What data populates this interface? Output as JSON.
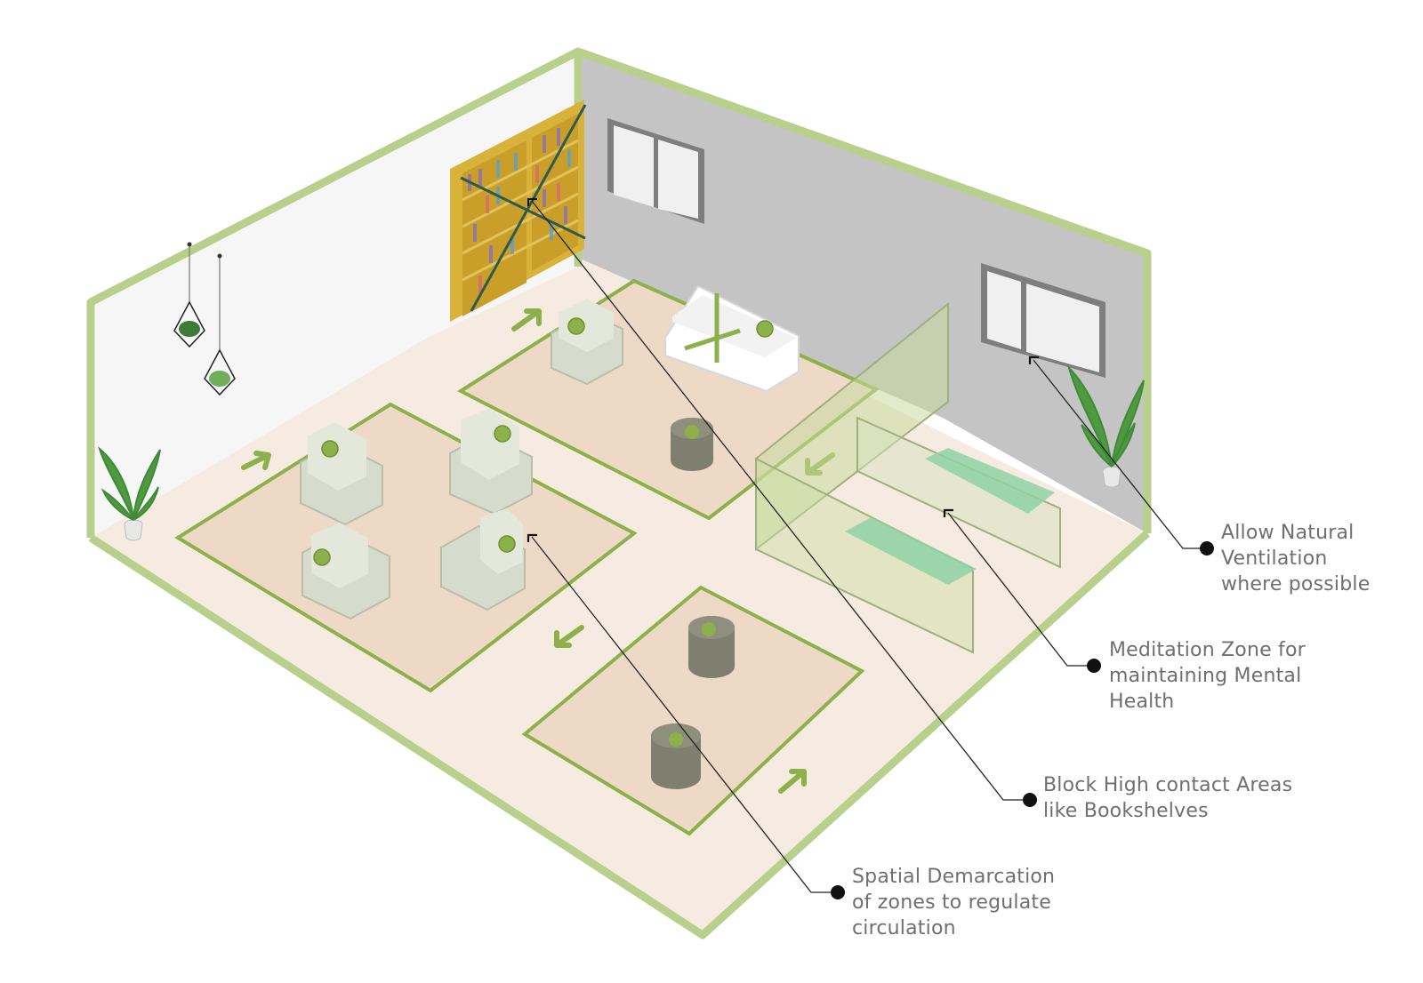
{
  "annotations": {
    "ventilation": [
      "Allow Natural",
      "Ventilation",
      "where possible"
    ],
    "meditation": [
      "Meditation Zone for",
      "maintaining Mental",
      "Health"
    ],
    "bookshelves": [
      "Block High contact Areas",
      "like Bookshelves"
    ],
    "demarcation": [
      "Spatial Demarcation",
      "of zones to regulate",
      "circulation"
    ]
  },
  "colors": {
    "wall_outline": "#b9d08c",
    "floor": "#f6ebe1",
    "zone_rug": "#eed9c7",
    "zone_border": "#8cb04a",
    "arrow": "#8cb04a",
    "back_wall": "#c4c4c4",
    "left_wall": "#f6f6f6",
    "bookshelf": "#d9b23a",
    "block_line": "#2f5a4e",
    "leader_line": "#222222",
    "label_text": "#6f6f6f"
  },
  "icons": {
    "direction_arrow": "arrow-icon",
    "potted_plant": "plant-icon",
    "hanging_planter": "terrarium-icon",
    "pointer_marker": "corner-marker-icon",
    "label_bullet": "dot-icon"
  }
}
